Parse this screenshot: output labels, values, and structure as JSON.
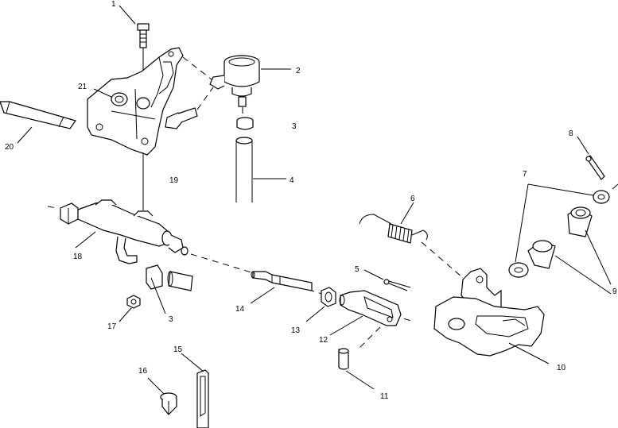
{
  "diagram": {
    "callouts": [
      {
        "id": "c1",
        "label": "1"
      },
      {
        "id": "c2",
        "label": "2"
      },
      {
        "id": "c3a",
        "label": "3"
      },
      {
        "id": "c4",
        "label": "4"
      },
      {
        "id": "c21",
        "label": "21"
      },
      {
        "id": "c20",
        "label": "20"
      },
      {
        "id": "c19",
        "label": "19"
      },
      {
        "id": "c18",
        "label": "18"
      },
      {
        "id": "c17",
        "label": "17"
      },
      {
        "id": "c3b",
        "label": "3"
      },
      {
        "id": "c14",
        "label": "14"
      },
      {
        "id": "c13",
        "label": "13"
      },
      {
        "id": "c12",
        "label": "12"
      },
      {
        "id": "c5",
        "label": "5"
      },
      {
        "id": "c6",
        "label": "6"
      },
      {
        "id": "c8",
        "label": "8"
      },
      {
        "id": "c7",
        "label": "7"
      },
      {
        "id": "c9",
        "label": "9"
      },
      {
        "id": "c10",
        "label": "10"
      },
      {
        "id": "c11",
        "label": "11"
      },
      {
        "id": "c15",
        "label": "15"
      },
      {
        "id": "c16",
        "label": "16"
      }
    ]
  }
}
